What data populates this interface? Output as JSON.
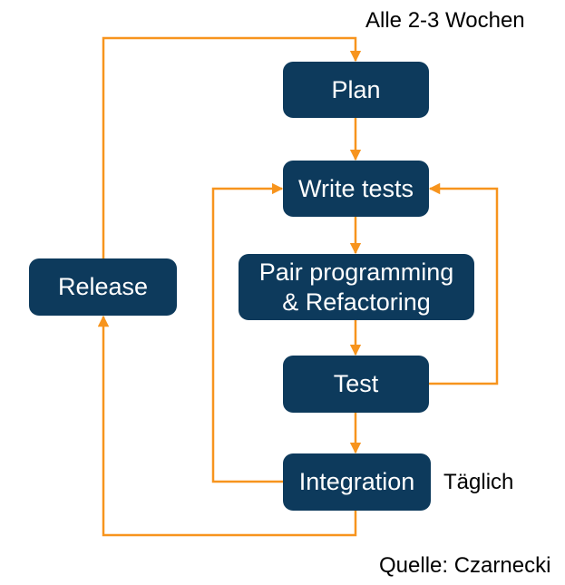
{
  "diagram": {
    "nodes": {
      "plan": {
        "label": "Plan"
      },
      "write_tests": {
        "label": "Write tests"
      },
      "pair": {
        "label": "Pair programming\n& Refactoring"
      },
      "test": {
        "label": "Test"
      },
      "integration": {
        "label": "Integration"
      },
      "release": {
        "label": "Release"
      }
    },
    "annotations": {
      "cycle": "Alle 2-3 Wochen",
      "daily": "Täglich",
      "source": "Quelle: Czarnecki"
    },
    "colors": {
      "node_fill": "#0d3a5c",
      "node_text": "#ffffff",
      "arrow": "#f7941d",
      "annotation_text": "#000000"
    }
  }
}
